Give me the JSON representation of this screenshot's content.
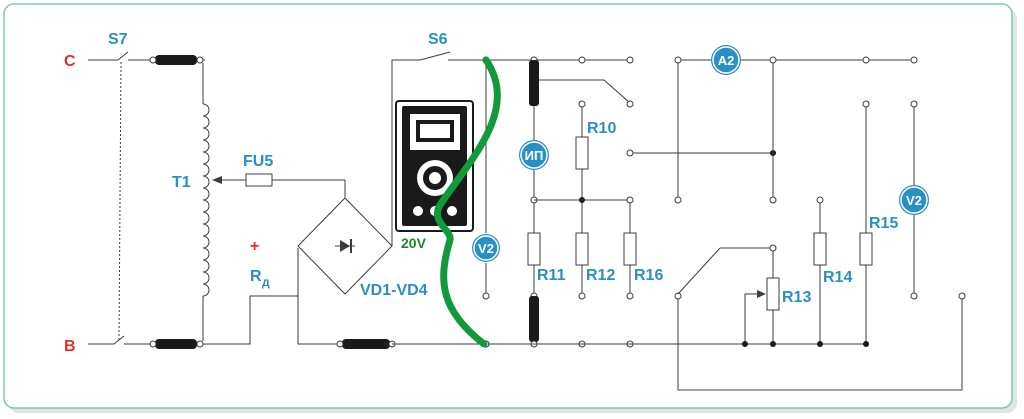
{
  "labels": {
    "phase_c": "C",
    "phase_b": "B",
    "switch_s7": "S7",
    "switch_s6": "S6",
    "transformer": "T1",
    "fuse": "FU5",
    "plus": "+",
    "rd": "R",
    "rd_sub": "д",
    "rectifier": "VD1-VD4",
    "multimeter_range": "20V",
    "voltmeter_1": "V2",
    "voltmeter_2": "V2",
    "ammeter": "A2",
    "power_source": "ИП",
    "r10": "R10",
    "r11": "R11",
    "r12": "R12",
    "r16": "R16",
    "r13": "R13",
    "r14": "R14",
    "r15": "R15"
  },
  "colors": {
    "frame": "#7fc9a8",
    "label": "#2a8fc4",
    "phase": "#e0312a",
    "probe": "#119a3a",
    "wire": "#3c3c3c"
  }
}
